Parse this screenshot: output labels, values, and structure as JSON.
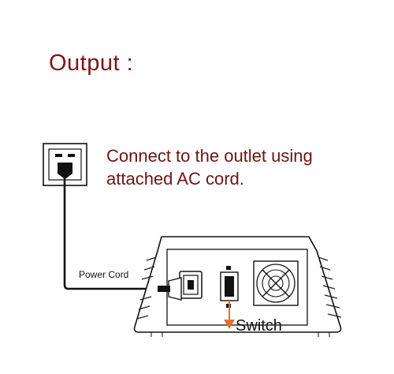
{
  "title": "Output :",
  "instruction": {
    "line1": "Connect to the outlet using",
    "line2": "attached AC cord."
  },
  "labels": {
    "power_cord": "Power Cord",
    "switch": "Switch"
  },
  "colors": {
    "heading": "#7a1616",
    "instruction": "#6e1414",
    "switch_arrow": "#e0702a",
    "line": "#111111"
  }
}
